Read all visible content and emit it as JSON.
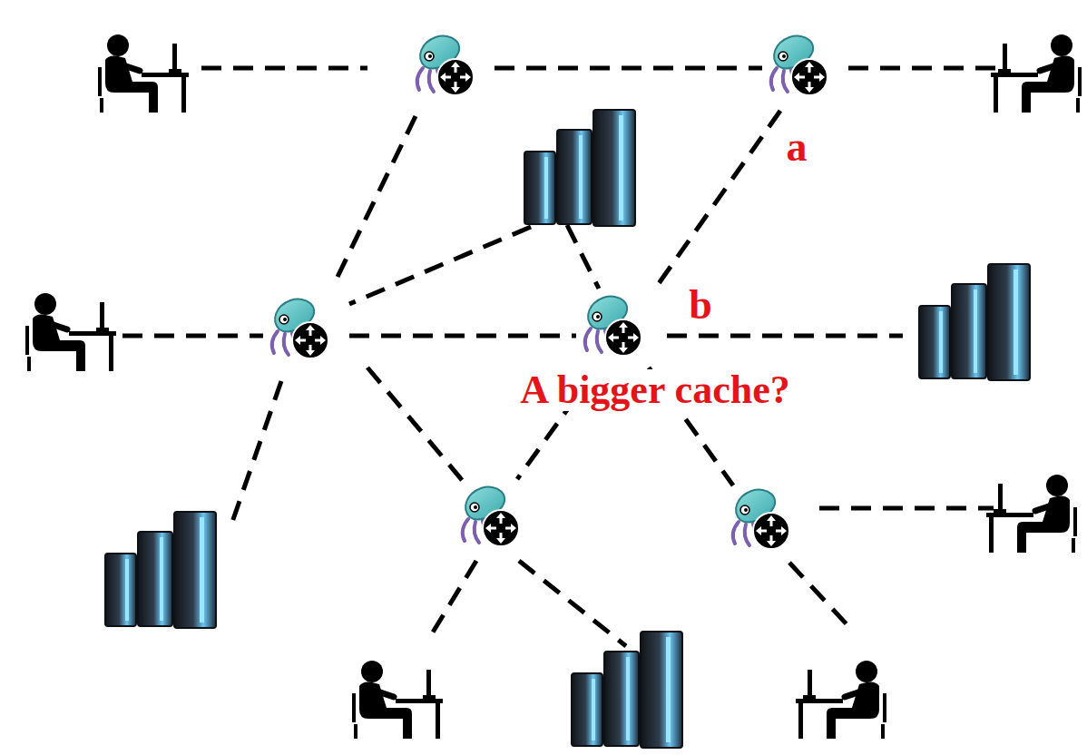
{
  "diagram": {
    "labels": [
      "a",
      "b",
      "A bigger cache?"
    ]
  }
}
